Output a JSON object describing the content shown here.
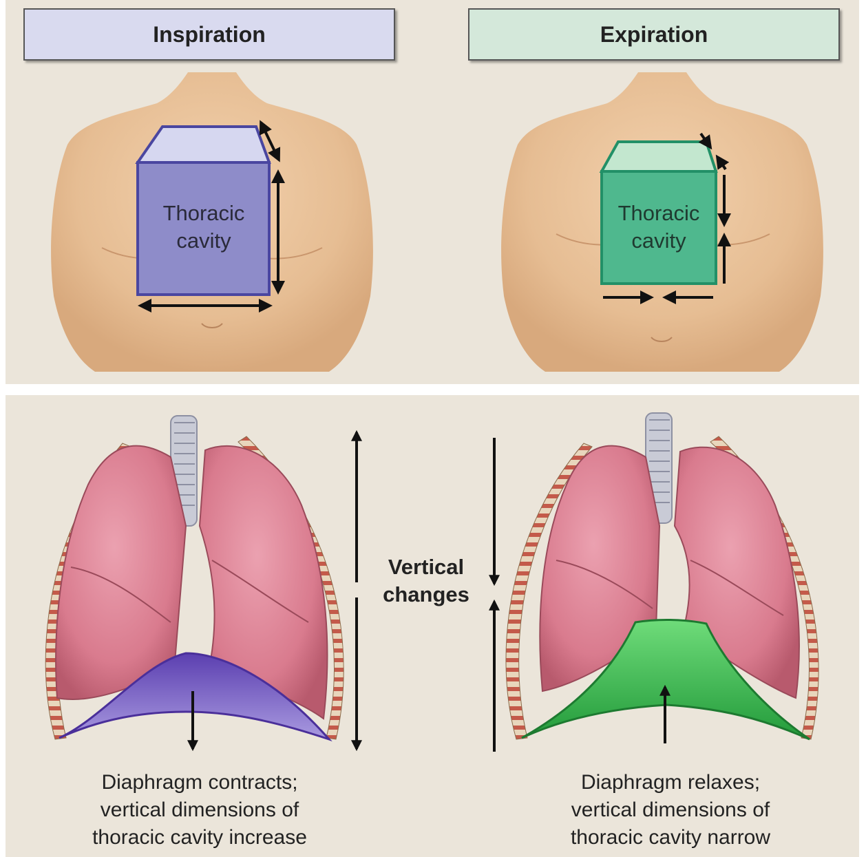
{
  "panels": {
    "inspiration": {
      "header": "Inspiration",
      "box_label_line1": "Thoracic",
      "box_label_line2": "cavity",
      "box_color": "#8e8cc9",
      "caption_lines": [
        "Diaphragm contracts;",
        "vertical dimensions of",
        "thoracic cavity increase"
      ]
    },
    "expiration": {
      "header": "Expiration",
      "box_label_line1": "Thoracic",
      "box_label_line2": "cavity",
      "box_color": "#4fb88e",
      "caption_lines": [
        "Diaphragm relaxes;",
        "vertical dimensions of",
        "thoracic cavity narrow"
      ]
    }
  },
  "center_label": [
    "Vertical",
    "changes"
  ],
  "colors": {
    "background": "#ebe5da",
    "skin": "#e8c29c",
    "lung": "#d97b8e",
    "diaphragm_inspiration": "#7e66c4",
    "diaphragm_expiration": "#3fbf55"
  }
}
